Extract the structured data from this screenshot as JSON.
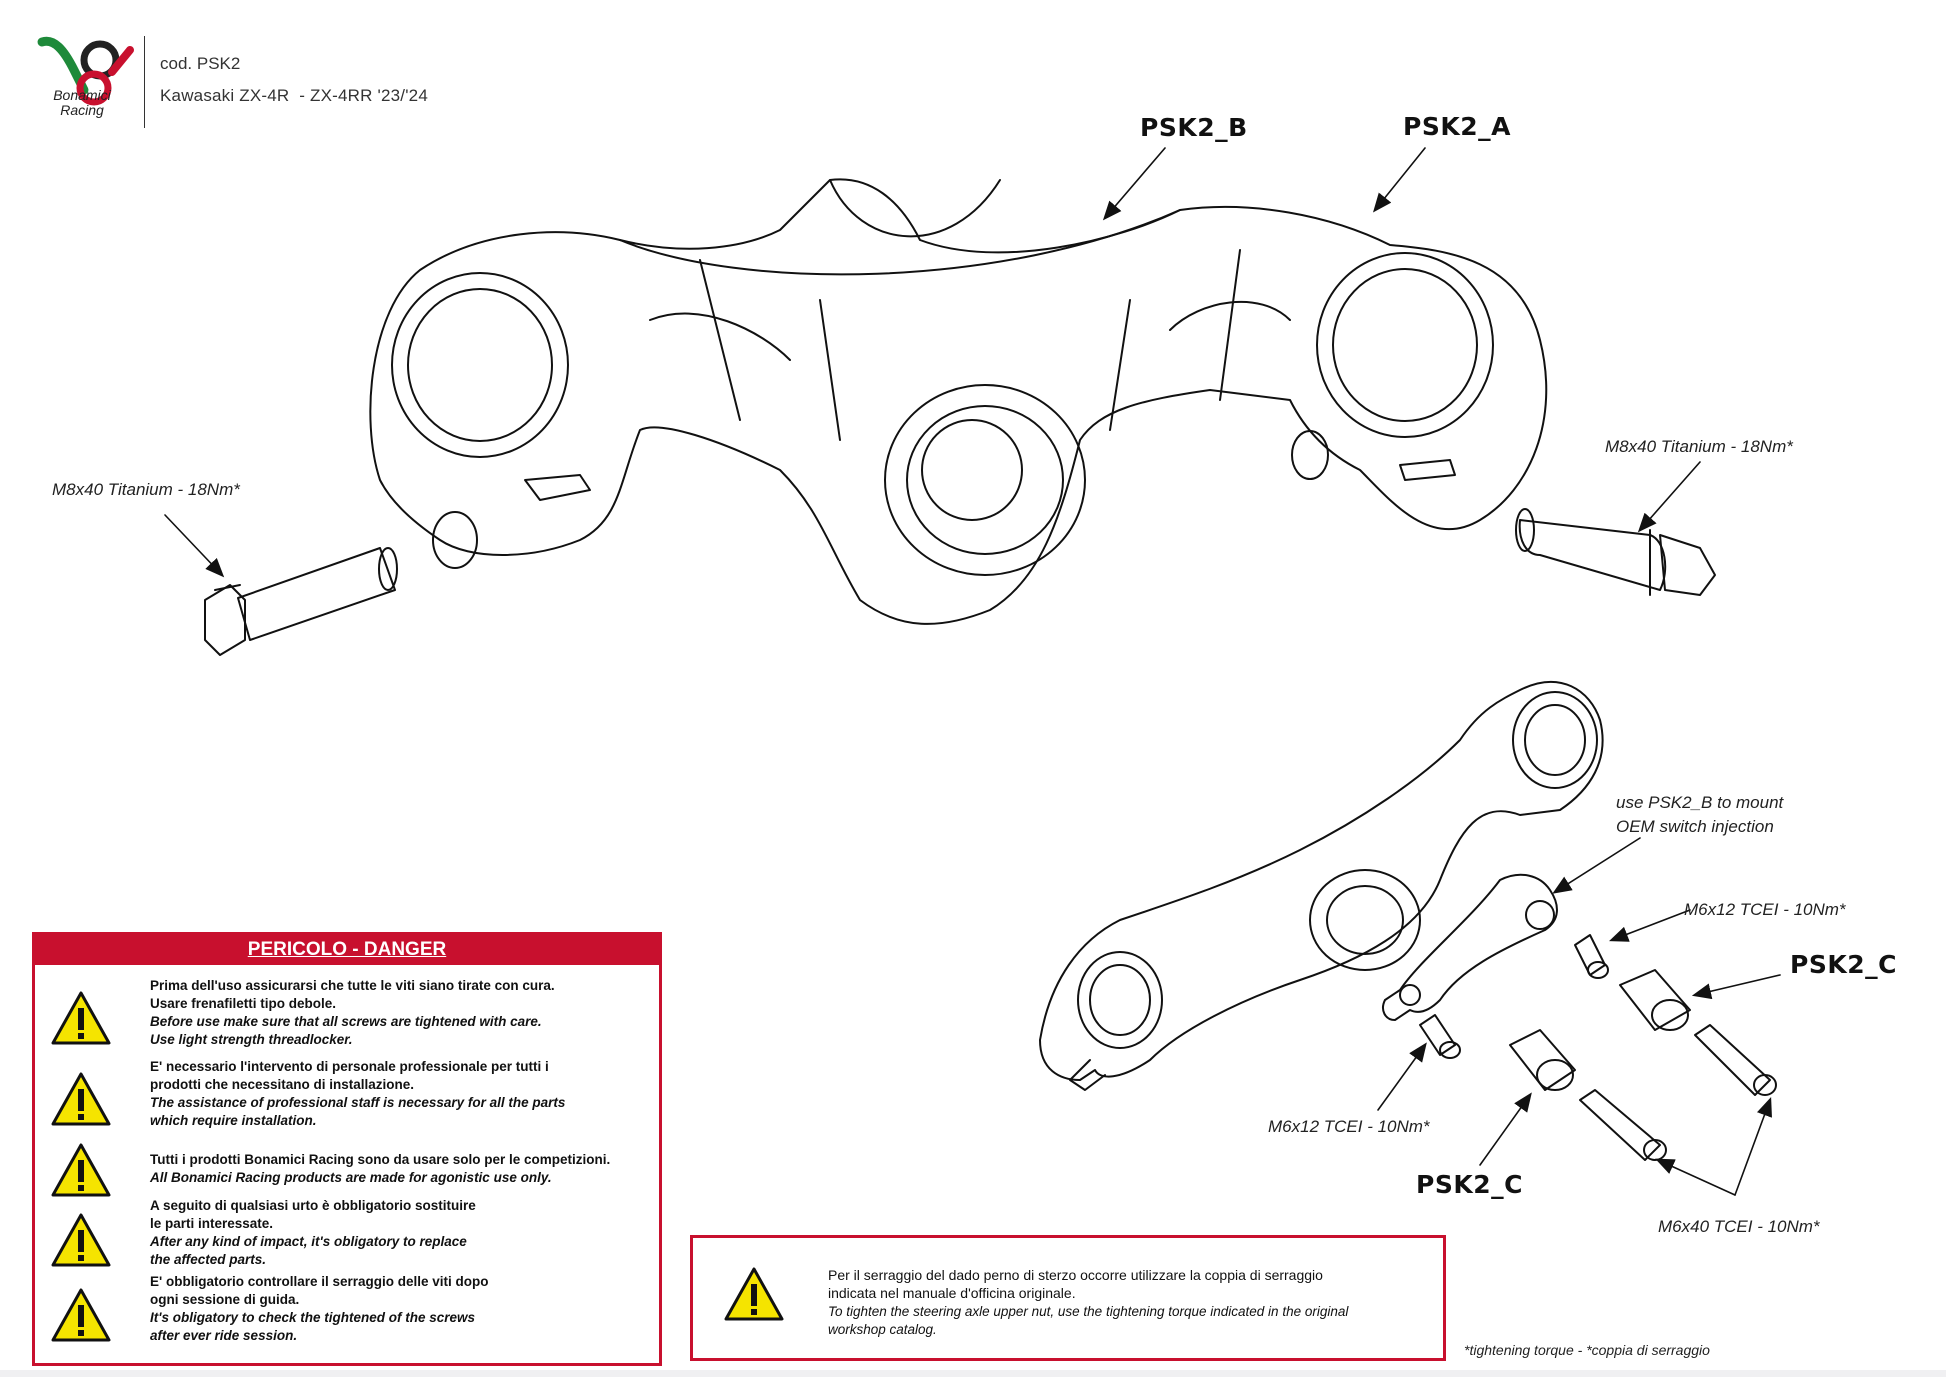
{
  "header": {
    "logo_text_line1": "Bonamici",
    "logo_text_line2": "Racing",
    "code": "cod. PSK2",
    "model": "Kawasaki ZX-4R  - ZX-4RR '23/'24"
  },
  "parts": {
    "psk2_b": "PSK2_B",
    "psk2_a": "PSK2_A",
    "psk2_c_right": "PSK2_C",
    "psk2_c_bottom": "PSK2_C"
  },
  "notes": {
    "bolt_left": "M8x40 Titanium - 18Nm*",
    "bolt_right": "M8x40 Titanium - 18Nm*",
    "use_psk2_b_line1": "use PSK2_B to mount",
    "use_psk2_b_line2": "OEM switch injection",
    "m6x12_right": "M6x12 TCEI - 10Nm*",
    "m6x12_bottom": "M6x12 TCEI - 10Nm*",
    "m6x40": "M6x40 TCEI - 10Nm*"
  },
  "danger": {
    "title": "PERICOLO - DANGER",
    "items": [
      {
        "it1": "Prima dell'uso assicurarsi che tutte le viti siano tirate con cura.",
        "it2": "Usare frenafiletti tipo debole.",
        "en1": "Before use make sure that all screws are tightened with care.",
        "en2": "Use light strength threadlocker."
      },
      {
        "it1": "E' necessario l'intervento di personale professionale per tutti i",
        "it2": "prodotti che necessitano di installazione.",
        "en1": "The assistance of professional staff is necessary for all the parts",
        "en2": "which require installation."
      },
      {
        "it1": "Tutti i prodotti Bonamici Racing sono da usare solo per le competizioni.",
        "it2": "",
        "en1": "All Bonamici Racing products are made for agonistic use only.",
        "en2": ""
      },
      {
        "it1": "A seguito di qualsiasi urto è obbligatorio sostituire",
        "it2": "le parti interessate.",
        "en1": "After any kind of impact, it's obligatory to replace",
        "en2": "the affected parts."
      },
      {
        "it1": "E' obbligatorio controllare il serraggio delle viti dopo",
        "it2": "ogni sessione di guida.",
        "en1": "It's obligatory to check the tightened of the screws",
        "en2": "after ever ride session."
      }
    ]
  },
  "steering_note": {
    "it1": "Per il serraggio del dado perno di sterzo occorre utilizzare la coppia di serraggio",
    "it2": "indicata nel manuale d'officina originale.",
    "en1": "To tighten the steering axle upper nut, use the tightening torque indicated in the original",
    "en2": "workshop catalog."
  },
  "footnote": "*tightening torque - *coppia di serraggio",
  "colors": {
    "danger_red": "#c8102e",
    "warning_yellow": "#f5e400",
    "logo_green": "#1e8a3a",
    "logo_red": "#c8102e"
  }
}
